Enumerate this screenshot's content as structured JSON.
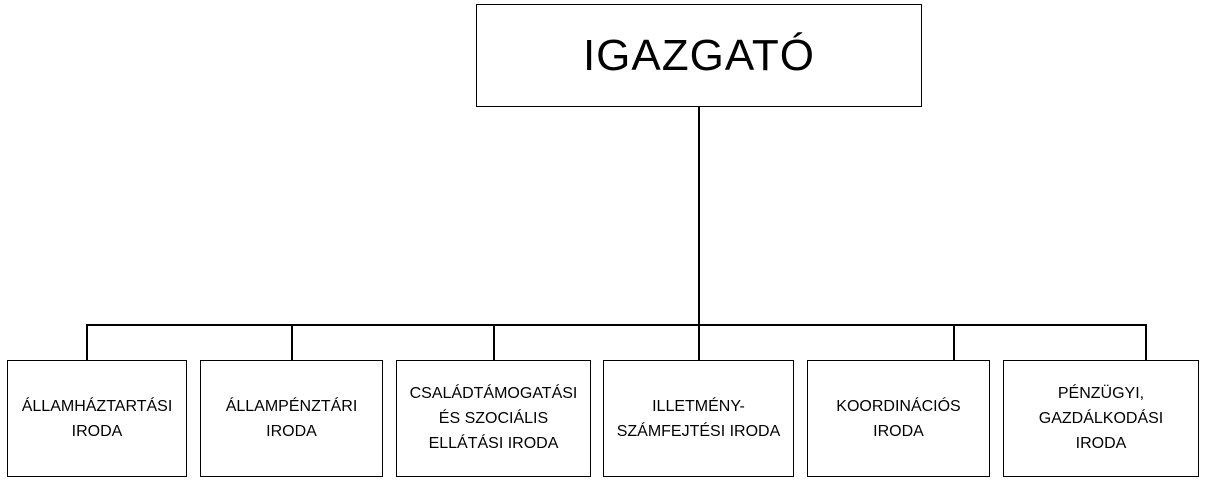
{
  "org": {
    "root": {
      "label": "IGAZGATÓ"
    },
    "children": [
      {
        "label": "ÁLLAMHÁZTARTÁSI\nIRODA"
      },
      {
        "label": "ÁLLAMPÉNZTÁRI\nIRODA"
      },
      {
        "label": "CSALÁDTÁMOGATÁSI\nÉS SZOCIÁLIS\nELLÁTÁSI IRODA"
      },
      {
        "label": "ILLETMÉNY-\nSZÁMFEJTÉSI IRODA"
      },
      {
        "label": "KOORDINÁCIÓS\nIRODA"
      },
      {
        "label": "PÉNZÜGYI,\nGAZDÁLKODÁSI\nIRODA"
      }
    ]
  },
  "colors": {
    "stroke": "#000000",
    "background": "#ffffff"
  }
}
